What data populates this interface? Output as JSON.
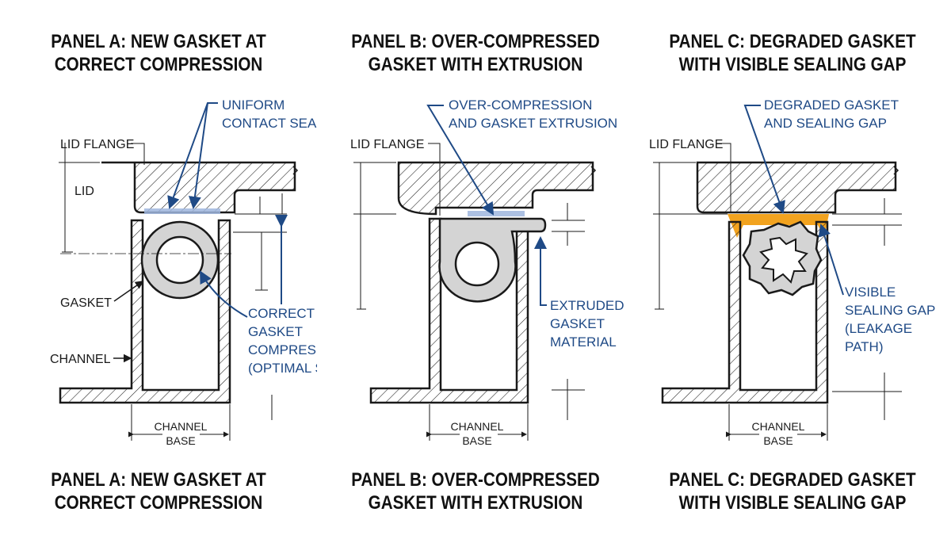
{
  "colors": {
    "ink": "#1a1a1a",
    "callout": "#1f4a86",
    "gasket_fill": "#d4d4d4",
    "contact_highlight": "#9fb6de",
    "gap_highlight": "#f2a31f"
  },
  "panels": [
    {
      "title_line1": "PANEL A: NEW GASKET AT",
      "title_line2": "CORRECT COMPRESSION",
      "labels": {
        "lid_flange": "LID FLANGE",
        "lid": "LID",
        "gasket": "GASKET",
        "channel": "CHANNEL",
        "channel_base_1": "CHANNEL",
        "channel_base_2": "BASE"
      },
      "callouts": {
        "contact_1": "UNIFORM",
        "contact_2": "CONTACT SEAL",
        "comp_1": "CORRECT",
        "comp_2": "GASKET",
        "comp_3": "COMPRESSION",
        "comp_4": "(OPTIMAL SEAL)"
      }
    },
    {
      "title_line1": "PANEL B: OVER-COMPRESSED",
      "title_line2": "GASKET WITH EXTRUSION",
      "labels": {
        "lid_flange": "LID FLANGE",
        "channel_base_1": "CHANNEL",
        "channel_base_2": "BASE"
      },
      "callouts": {
        "over_1": "OVER-COMPRESSION",
        "over_2": "AND GASKET EXTRUSION",
        "ext_1": "EXTRUDED",
        "ext_2": "GASKET",
        "ext_3": "MATERIAL"
      }
    },
    {
      "title_line1": "PANEL C: DEGRADED GASKET",
      "title_line2": "WITH VISIBLE SEALING GAP",
      "labels": {
        "lid_flange": "LID FLANGE",
        "channel_base_1": "CHANNEL",
        "channel_base_2": "BASE"
      },
      "callouts": {
        "deg_1": "DEGRADED GASKET",
        "deg_2": "AND SEALING GAP",
        "gap_1": "VISIBLE",
        "gap_2": "SEALING GAP",
        "gap_3": "(LEAKAGE",
        "gap_4": "PATH)"
      }
    }
  ],
  "bottom_titles": [
    {
      "line1": "PANEL A: NEW GASKET AT",
      "line2": "CORRECT COMPRESSION"
    },
    {
      "line1": "PANEL B: OVER-COMPRESSED",
      "line2": "GASKET WITH EXTRUSION"
    },
    {
      "line1": "PANEL C: DEGRADED GASKET",
      "line2": "WITH VISIBLE SEALING GAP"
    }
  ]
}
